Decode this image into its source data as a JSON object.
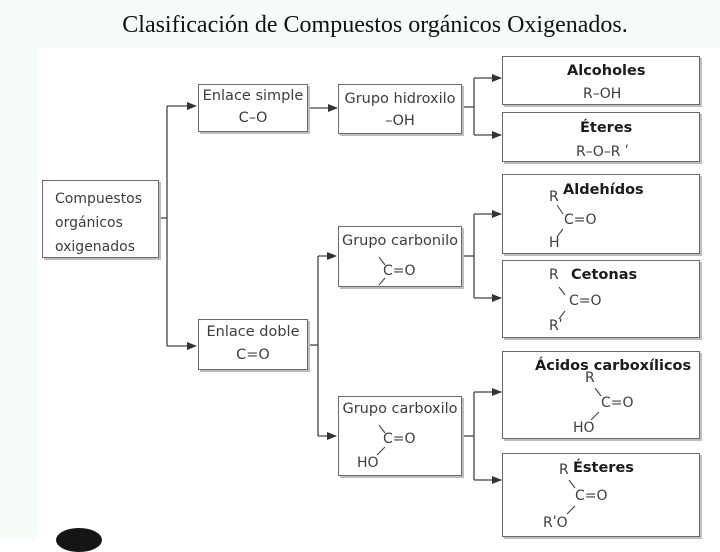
{
  "title": "Clasificación de Compuestos orgánicos Oxigenados.",
  "root": {
    "lines": [
      "Compuestos",
      "orgánicos",
      "oxigenados"
    ]
  },
  "enlace_simple": {
    "label": "Enlace simple",
    "formula": "C–O"
  },
  "enlace_doble": {
    "label": "Enlace doble",
    "formula": "C=O"
  },
  "hidroxilo": {
    "label": "Grupo hidroxilo",
    "formula": "–OH"
  },
  "carbonilo": {
    "label": "Grupo carbonilo",
    "formula": "C=O"
  },
  "carboxilo": {
    "label": "Grupo carboxilo",
    "formula": "C=O",
    "ho": "HO"
  },
  "alcoholes": {
    "label": "Alcoholes",
    "formula": "R–OH"
  },
  "eteres": {
    "label": "Éteres",
    "formula": "R–O–R ʹ"
  },
  "aldehidos": {
    "label": "Aldehídos",
    "r": "R",
    "co": "C=O",
    "h": "H"
  },
  "cetonas": {
    "label": "Cetonas",
    "r1": "R",
    "co": "C=O",
    "r2": "Rʹ"
  },
  "acidos": {
    "label": "Ácidos carboxílicos",
    "r": "R",
    "co": "C=O",
    "ho": "HO"
  },
  "esteres": {
    "label": "Ésteres",
    "r": "R",
    "co": "C=O",
    "ro": "RʹO"
  }
}
